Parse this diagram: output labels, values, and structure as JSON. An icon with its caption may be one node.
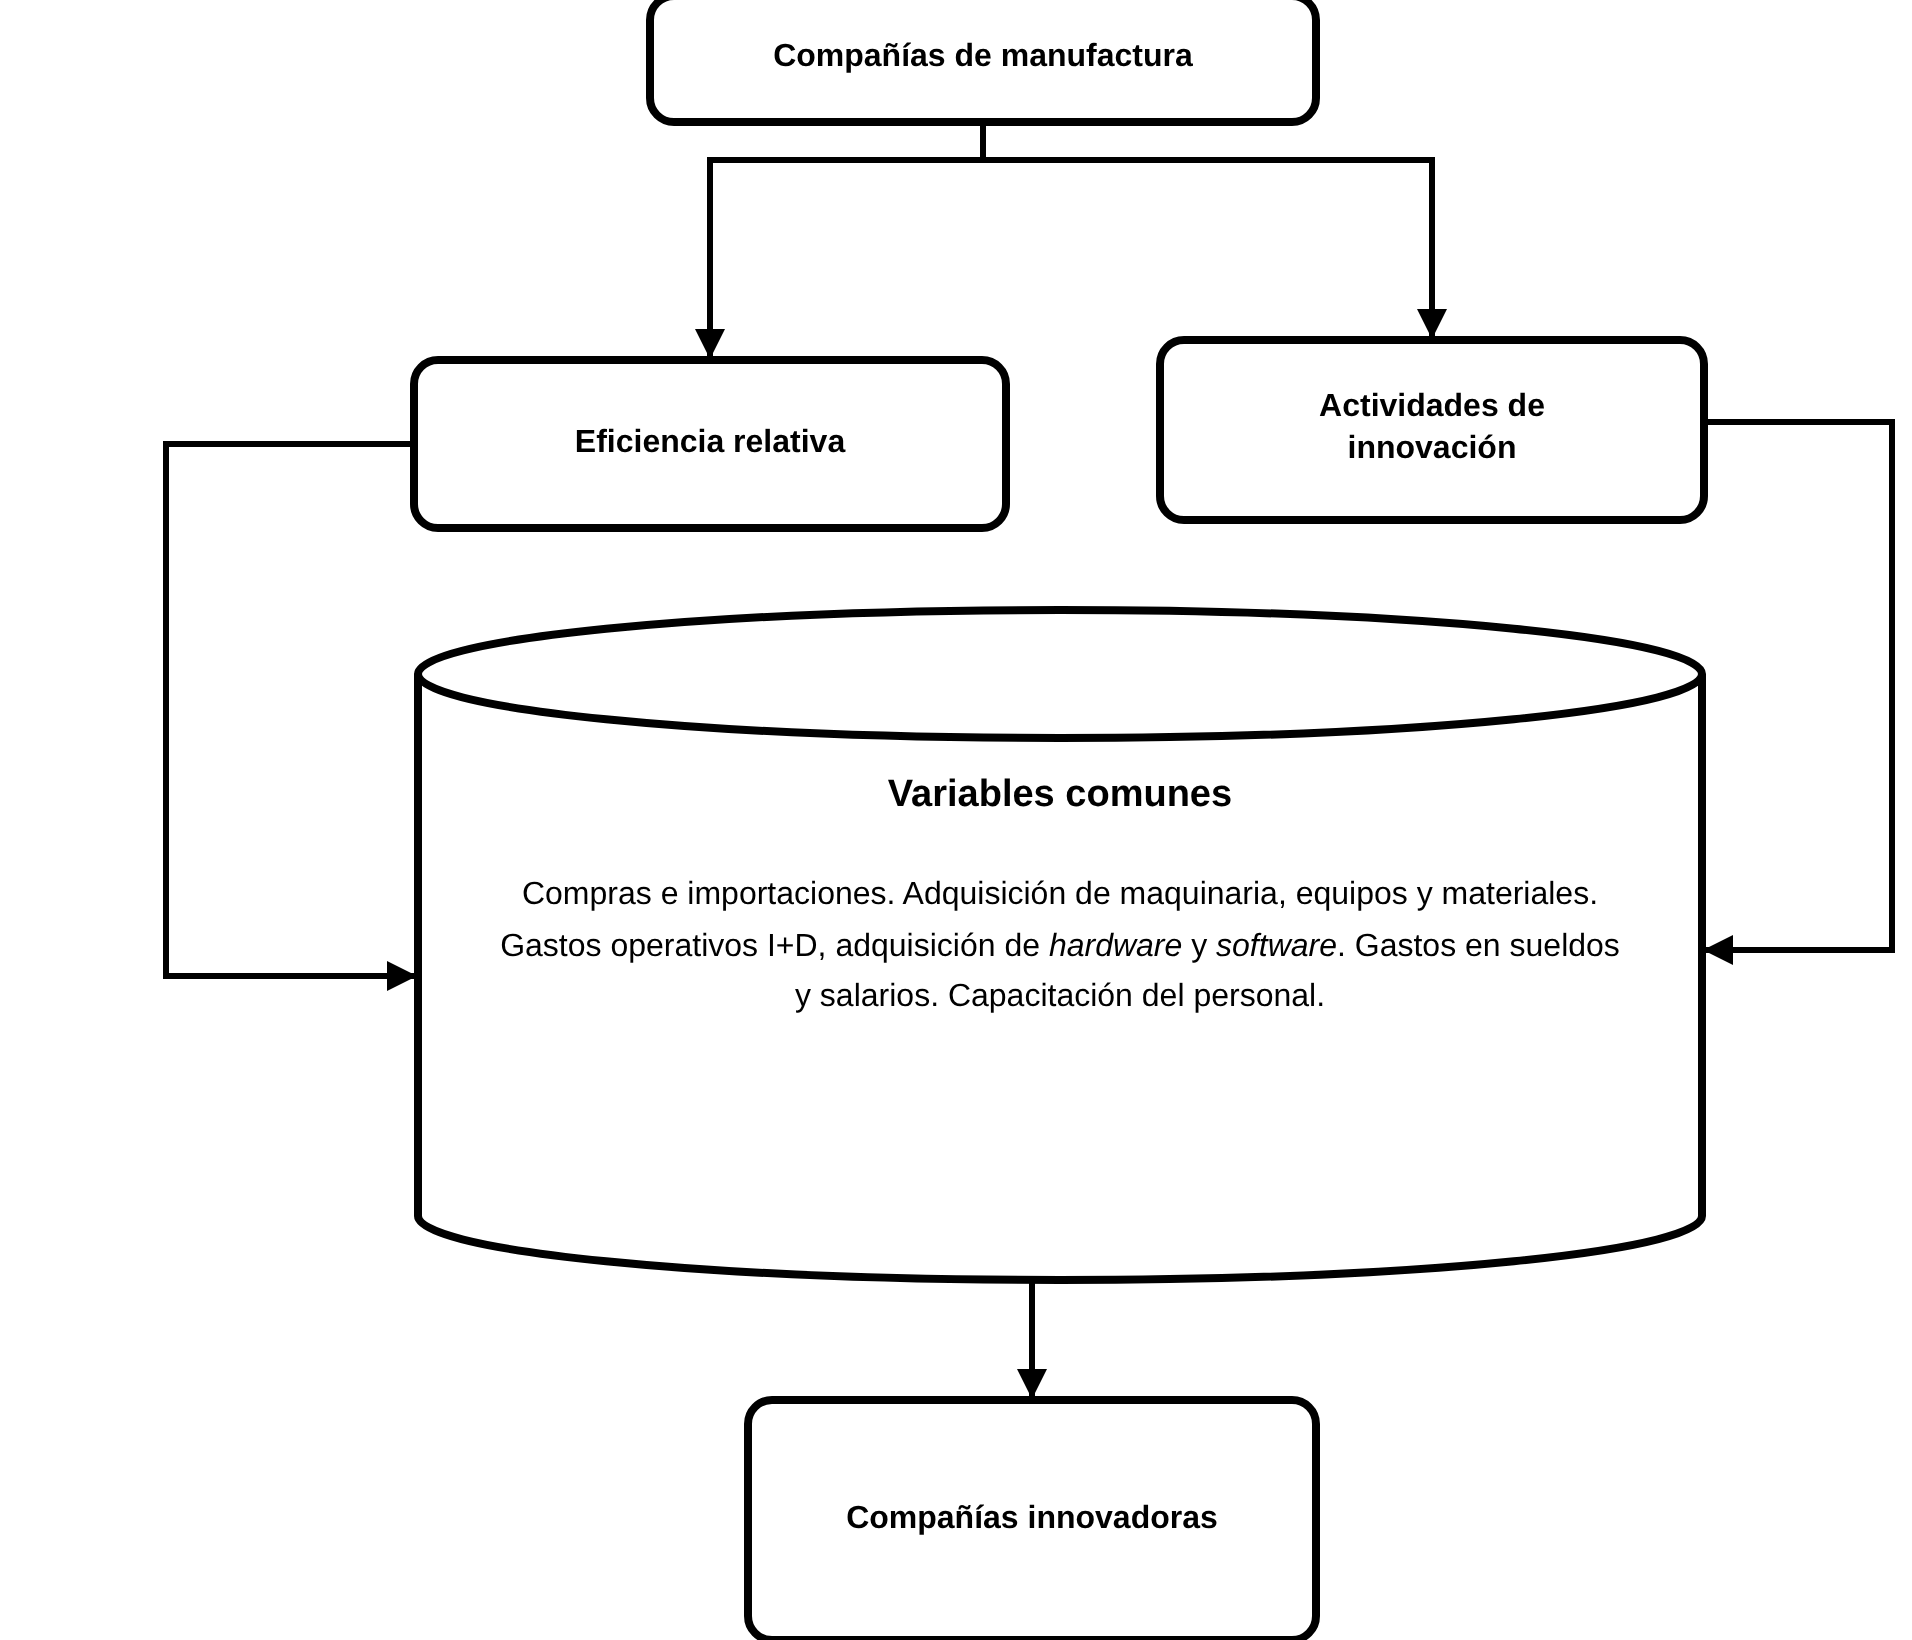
{
  "diagram": {
    "nodes": [
      {
        "text": [
          "Compañías de manufactura"
        ]
      },
      {
        "text": [
          "Eficiencia relativa"
        ]
      },
      {
        "text": [
          "Actividades de innovación"
        ]
      },
      {
        "text": [
          "Variables comunes",
          "Compras e importaciones. Adquisición de maquinaria, equipos y materiales. Gastos operativos I+D, adquisición de *hardware* y *software*. Gastos en sueldos y salarios. Capacitación del personal."
        ]
      },
      {
        "text": [
          "Compañías innovadoras"
        ]
      }
    ],
    "edges": [
      {
        "from": 0,
        "to": 1,
        "arrow": "to"
      },
      {
        "from": 0,
        "to": 2,
        "arrow": "to"
      },
      {
        "from": 1,
        "to": 3,
        "arrow": "to"
      },
      {
        "from": 2,
        "to": 3,
        "arrow": "to"
      },
      {
        "from": 3,
        "to": 4,
        "arrow": "to"
      }
    ]
  }
}
